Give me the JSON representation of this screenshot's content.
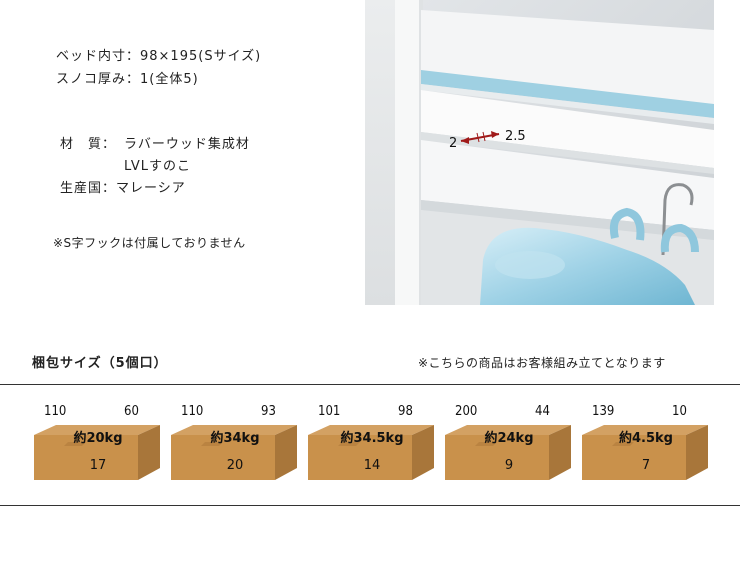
{
  "specs": {
    "bed_inner_size": "ベッド内寸：98×195(Sサイズ)",
    "slat_thickness": "スノコ厚み：1(全体5)",
    "material_label": "材　質：",
    "material_value": "ラバーウッド集成材",
    "material_value2": "LVLすのこ",
    "origin": "生産国：マレーシア",
    "note": "※S字フックは付属しておりません"
  },
  "photo": {
    "dim_left": "2",
    "dim_right": "2.5"
  },
  "packaging": {
    "title": "梱包サイズ（5個口）",
    "assembly_note": "※こちらの商品はお客様組み立てとなります",
    "boxes": [
      {
        "left_num": "110",
        "right_num": "60",
        "weight": "約20kg",
        "count": "17"
      },
      {
        "left_num": "110",
        "right_num": "93",
        "weight": "約34kg",
        "count": "20"
      },
      {
        "left_num": "101",
        "right_num": "98",
        "weight": "約34.5kg",
        "count": "14"
      },
      {
        "left_num": "200",
        "right_num": "44",
        "weight": "約24kg",
        "count": "9"
      },
      {
        "left_num": "139",
        "right_num": "10",
        "weight": "約4.5kg",
        "count": "7"
      }
    ]
  },
  "colors": {
    "box_top": "#d3a163",
    "box_front": "#c9914b",
    "box_side": "#a8763a",
    "arrow": "#a01a1a"
  }
}
